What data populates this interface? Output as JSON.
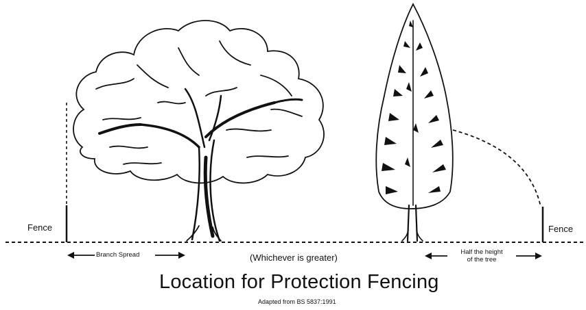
{
  "title": "Location for Protection Fencing",
  "source": "Adapted from BS 5837:1991",
  "fence_left_label": "Fence",
  "fence_right_label": "Fence",
  "branch_spread_label": "Branch Spread",
  "whichever_label": "(Whichever is greater)",
  "half_height_line1": "Half the height",
  "half_height_line2": "of the tree",
  "ink_color": "#111111",
  "icons": [
    "broadleaf-tree-icon",
    "conifer-tree-icon"
  ]
}
